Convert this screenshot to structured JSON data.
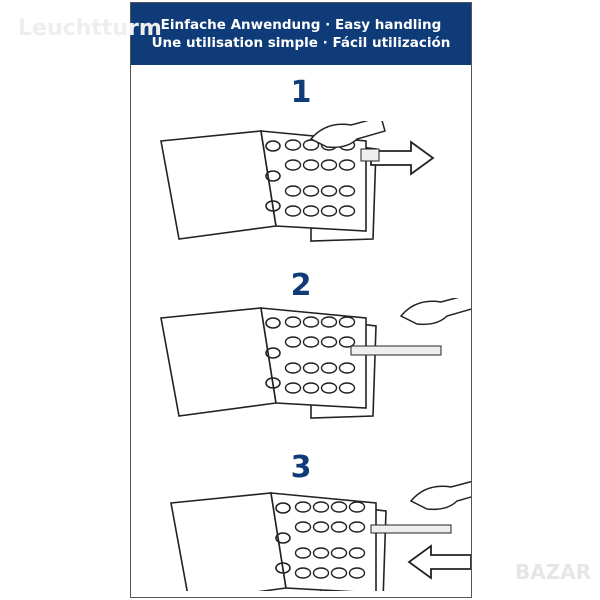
{
  "header": {
    "line1": "Einfache Anwendung · Easy handling",
    "line2": "Une utilisation simple · Fácil utilización"
  },
  "watermarks": {
    "brand": "Leuchtturm",
    "site": "BAZAR"
  },
  "steps": [
    {
      "number": "1",
      "action": "pull-out"
    },
    {
      "number": "2",
      "action": "insert-coin"
    },
    {
      "number": "3",
      "action": "push-in"
    }
  ],
  "colors": {
    "header_bg": "#0f3c78",
    "line": "#222222"
  }
}
